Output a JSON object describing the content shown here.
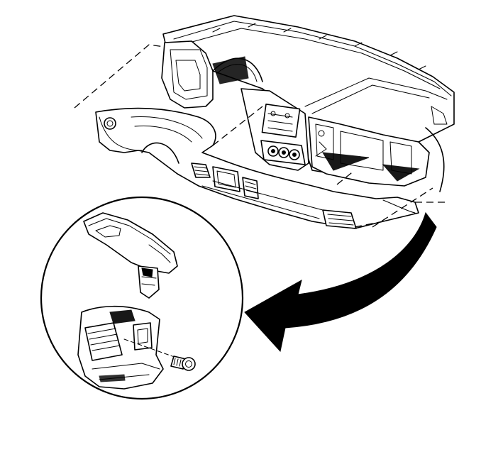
{
  "figure": {
    "subject": "instrument-panel-trim-removal",
    "callout_shape": "circle",
    "arrow_direction": "toward-detail-view",
    "line_color": "#000000",
    "background_color": "#ffffff"
  }
}
